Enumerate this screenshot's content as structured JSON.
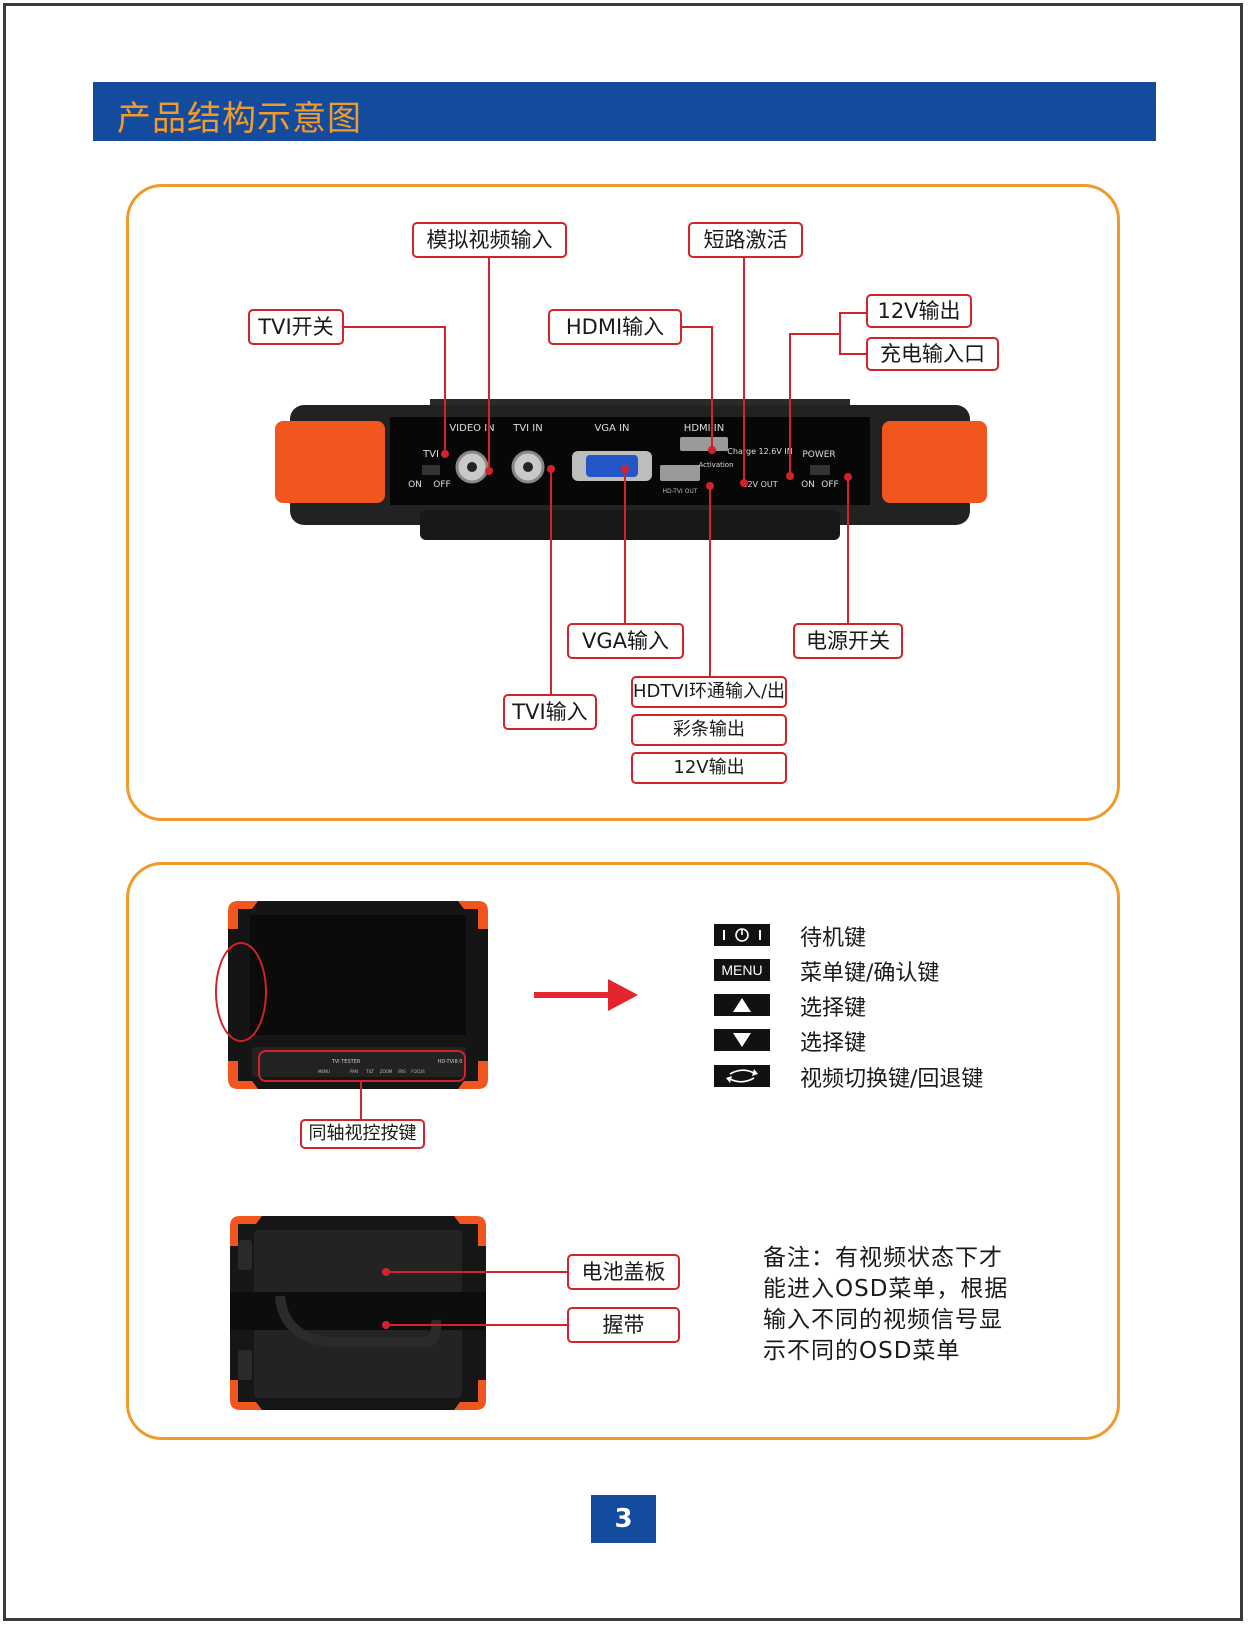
{
  "header": {
    "title": "产品结构示意图"
  },
  "top_labels": {
    "analog_video_in": "模拟视频输入",
    "short_circuit_activate": "短路激活",
    "tvi_switch": "TVI开关",
    "hdmi_in": "HDMI输入",
    "out_12v_top": "12V输出",
    "charge_in": "充电输入口",
    "vga_in": "VGA输入",
    "power_switch": "电源开关",
    "tvi_in": "TVI输入",
    "hdtvi_loop": "HDTVI环通输入/出",
    "color_bar_out": "彩条输出",
    "out_12v_bottom": "12V输出"
  },
  "device_panel_text": {
    "video_in": "VIDEO IN",
    "tvi_in": "TVI IN",
    "vga_in": "VGA IN",
    "hdmi_in": "HDMI IN",
    "charge": "Charge 12.6V IN",
    "activation": "Activation",
    "out_12v": "12V OUT",
    "power": "POWER",
    "tvi": "TVI",
    "on": "ON",
    "off": "OFF",
    "hd_tvi_out": "HD-TVI OUT"
  },
  "front_device": {
    "brand": "TVI TESTER",
    "model": "HD-TVI8.0",
    "button_labels": [
      "MENU",
      "PAN",
      "TILT",
      "ZOOM",
      "IRIS",
      "FOCUS"
    ]
  },
  "coax_keys_label": "同轴视控按键",
  "keys": [
    {
      "icon": "standby-icon",
      "label": "待机键"
    },
    {
      "icon": "menu-icon",
      "icon_text": "MENU",
      "label": "菜单键/确认键"
    },
    {
      "icon": "up-triangle-icon",
      "label": "选择键"
    },
    {
      "icon": "down-triangle-icon",
      "label": "选择键"
    },
    {
      "icon": "switch-arrows-icon",
      "label": "视频切换键/回退键"
    }
  ],
  "back_labels": {
    "battery_cover": "电池盖板",
    "strap": "握带"
  },
  "note": "备注：有视频状态下才\n能进入OSD菜单，根据\n输入不同的视频信号显\n示不同的OSD菜单",
  "page_number": "3",
  "colors": {
    "header_blue": "#134c9e",
    "header_text": "#f29a2a",
    "panel_border": "#ef9a2c",
    "callout_red": "#d3222a",
    "device_orange": "#f0561d"
  }
}
